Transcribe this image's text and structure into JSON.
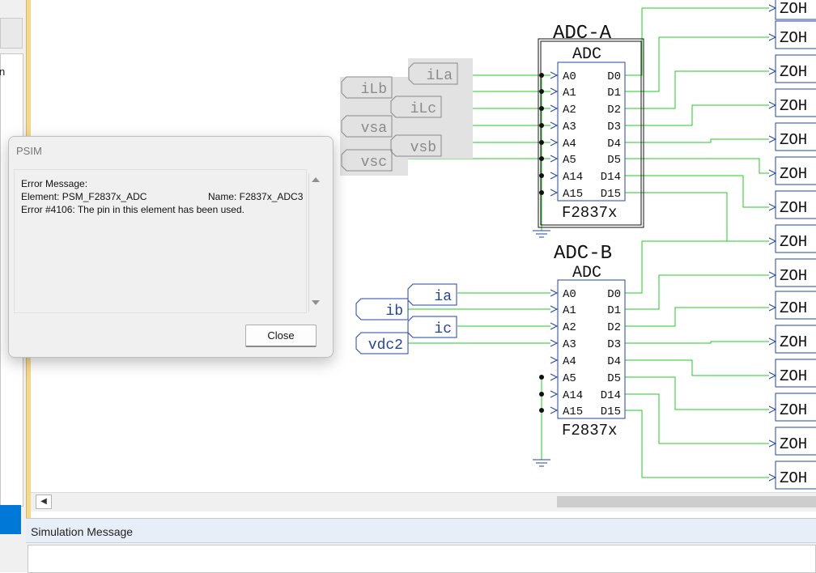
{
  "left_panel": {
    "list_text": "n"
  },
  "bottom_panel": {
    "title": "Simulation Message"
  },
  "dialog": {
    "title": "PSIM",
    "line1": "Error Message:",
    "element_label": "Element: PSM_F2837x_ADC",
    "name_label": "Name: F2837x_ADC3",
    "error_line": "Error #4106: The pin in this element has been used.",
    "close_label": "Close"
  },
  "schematic": {
    "adc_a": {
      "title": "ADC-A",
      "label": "ADC",
      "chip": "F2837x",
      "inputs": [
        "A0",
        "A1",
        "A2",
        "A3",
        "A4",
        "A5",
        "A14",
        "A15"
      ],
      "outputs": [
        "D0",
        "D1",
        "D2",
        "D3",
        "D4",
        "D5",
        "D14",
        "D15"
      ]
    },
    "adc_b": {
      "title": "ADC-B",
      "label": "ADC",
      "chip": "F2837x",
      "inputs": [
        "A0",
        "A1",
        "A2",
        "A3",
        "A4",
        "A5",
        "A14",
        "A15"
      ],
      "outputs": [
        "D0",
        "D1",
        "D2",
        "D3",
        "D4",
        "D5",
        "D14",
        "D15"
      ]
    },
    "labels_a": [
      "iLa",
      "iLb",
      "iLc",
      "vsa",
      "vsb",
      "vsc"
    ],
    "labels_b": [
      "ia",
      "ib",
      "ic",
      "vdc2"
    ],
    "zoh_label": "ZOH",
    "zoh_count": 15
  },
  "colors": {
    "wire": "#22cc22",
    "block": "#2244aa",
    "accent": "#0078d7"
  }
}
